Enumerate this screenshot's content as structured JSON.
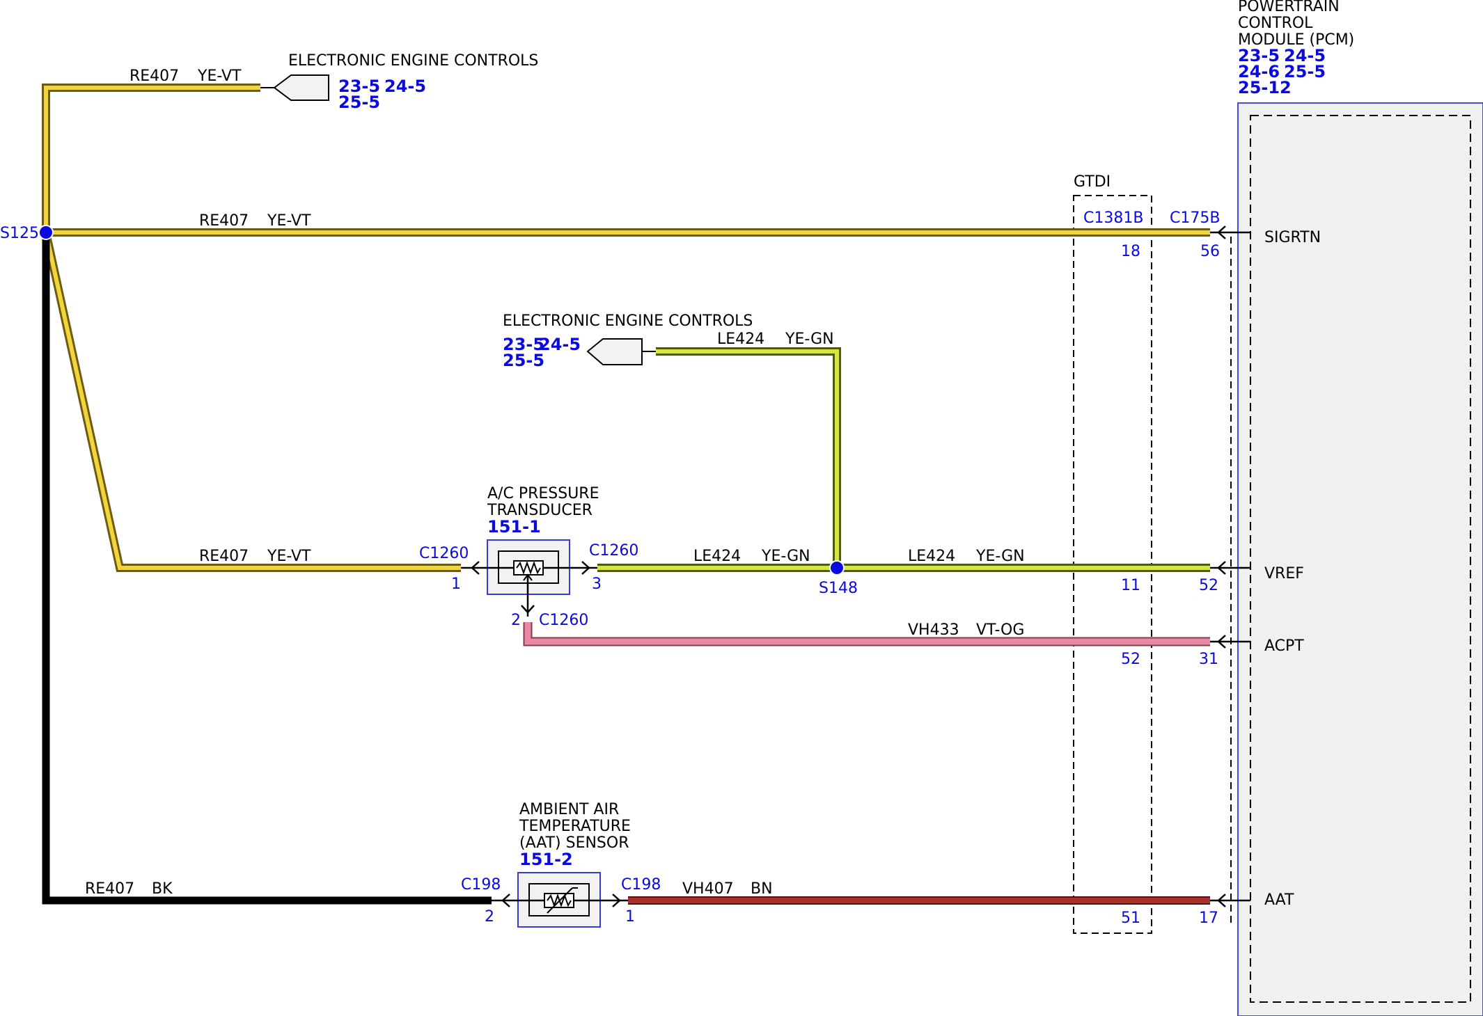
{
  "colors": {
    "wire_ye_vt": "#f2d43c",
    "wire_ye_gn": "#d8e63c",
    "wire_vt_og": "#e88aa6",
    "wire_bn": "#a8322e",
    "wire_bk": "#000000",
    "splice": "#0a0ae0",
    "connector_text": "#0a0ae0",
    "module_fill": "#f0f0f0",
    "module_border": "#4a4ae8"
  },
  "eec_top": {
    "title": "ELECTRONIC ENGINE CONTROLS",
    "ref_a": "23-5",
    "ref_b": "24-5",
    "ref_c": "25-5"
  },
  "eec_mid": {
    "title": "ELECTRONIC ENGINE CONTROLS",
    "ref_a": "23-5",
    "ref_b": "24-5",
    "ref_c": "25-5"
  },
  "pcm": {
    "line1": "POWERTRAIN",
    "line2": "CONTROL",
    "line3": "MODULE (PCM)",
    "ref_a": "23-5",
    "ref_b": "24-5",
    "ref_c": "24-6",
    "ref_d": "25-5",
    "ref_e": "25-12",
    "pins": {
      "sigrtn": "SIGRTN",
      "vref": "VREF",
      "acpt": "ACPT",
      "aat": "AAT"
    }
  },
  "gtdi": "GTDI",
  "splices": {
    "s125": "S125",
    "s148": "S148"
  },
  "wires": {
    "top": {
      "circuit": "RE407",
      "color": "YE-VT"
    },
    "sigrtn": {
      "circuit": "RE407",
      "color": "YE-VT"
    },
    "le424_vert": {
      "circuit": "LE424",
      "color": "YE-GN"
    },
    "re407_trans": {
      "circuit": "RE407",
      "color": "YE-VT"
    },
    "le424_a": {
      "circuit": "LE424",
      "color": "YE-GN"
    },
    "le424_b": {
      "circuit": "LE424",
      "color": "YE-GN"
    },
    "vh433": {
      "circuit": "VH433",
      "color": "VT-OG"
    },
    "re407_bk": {
      "circuit": "RE407",
      "color": "BK"
    },
    "vh407": {
      "circuit": "VH407",
      "color": "BN"
    }
  },
  "connectors": {
    "c1381b": "C1381B",
    "c175b": "C175B",
    "c1260_left": "C1260",
    "c1260_right": "C1260",
    "c1260_bottom": "C1260",
    "c198_left": "C198",
    "c198_right": "C198"
  },
  "pins": {
    "c1381b_sigrtn": "18",
    "c175b_sigrtn": "56",
    "c1381b_vref": "11",
    "c175b_vref": "52",
    "c1381b_acpt": "52",
    "c175b_acpt": "31",
    "c1381b_aat": "51",
    "c175b_aat": "17",
    "trans_1": "1",
    "trans_3": "3",
    "trans_2": "2",
    "aat_2": "2",
    "aat_1": "1"
  },
  "transducer": {
    "line1": "A/C PRESSURE",
    "line2": "TRANSDUCER",
    "ref": "151-1"
  },
  "aat_sensor": {
    "line1": "AMBIENT AIR",
    "line2": "TEMPERATURE",
    "line3": "(AAT) SENSOR",
    "ref": "151-2"
  }
}
